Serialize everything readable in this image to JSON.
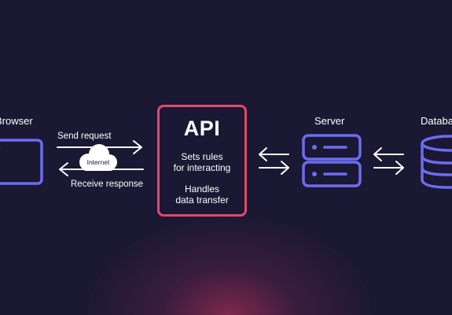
{
  "nodes": {
    "browser": "Browser",
    "server": "Server",
    "database": "Database"
  },
  "api": {
    "title": "API",
    "rules_line1": "Sets rules",
    "rules_line2": "for interacting",
    "handles_line1": "Handles",
    "handles_line2": "data transfer"
  },
  "connections": {
    "send": "Send request",
    "receive": "Receive response",
    "internet": "Internet"
  },
  "colors": {
    "background": "#1a1833",
    "accent_blue": "#6c6cf0",
    "api_border": "#e4486a",
    "glow": "#a02d55"
  }
}
